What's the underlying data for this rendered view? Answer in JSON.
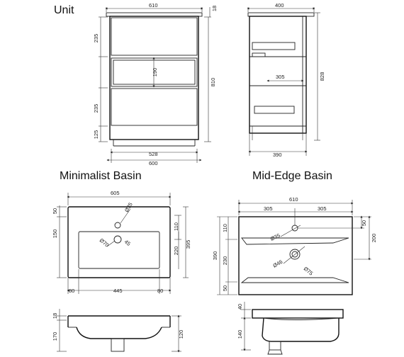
{
  "titles": {
    "unit": "Unit",
    "minimalist_basin": "Minimalist Basin",
    "mid_edge_basin": "Mid-Edge Basin"
  },
  "unit_front": {
    "width_top": "610",
    "top_thickness": "18",
    "drawer1_height": "235",
    "open_shelf_height": "190",
    "drawer2_height": "235",
    "plinth_height": "125",
    "total_height": "810",
    "inner_width": "528",
    "overall_width": "600"
  },
  "unit_side": {
    "depth_top": "400",
    "total_height": "828",
    "shelf_depth": "305",
    "side_depth": "390"
  },
  "minimalist_plan": {
    "width": "605",
    "tap_hole": "Ø35",
    "top_offset": "50",
    "left_offset": "150",
    "waste_outer": "Ø70",
    "waste_inner": "45",
    "right_110": "110",
    "bowl_depth": "220",
    "overall_depth": "395",
    "left_margin": "80",
    "bowl_width": "445",
    "right_margin": "80"
  },
  "mid_edge_plan": {
    "width": "610",
    "half_left": "305",
    "half_right": "305",
    "tap_hole": "Ø35",
    "left_110": "110",
    "left_230": "230",
    "left_50": "50",
    "overall_depth": "390",
    "waste_inner": "Ø46",
    "waste_outer": "Ø75",
    "right_50": "50",
    "right_200": "200"
  },
  "minimalist_side": {
    "top_thickness": "18",
    "total_height": "170",
    "bowl_depth": "120"
  },
  "mid_edge_side": {
    "top_thickness": "40",
    "bowl_depth": "140"
  }
}
